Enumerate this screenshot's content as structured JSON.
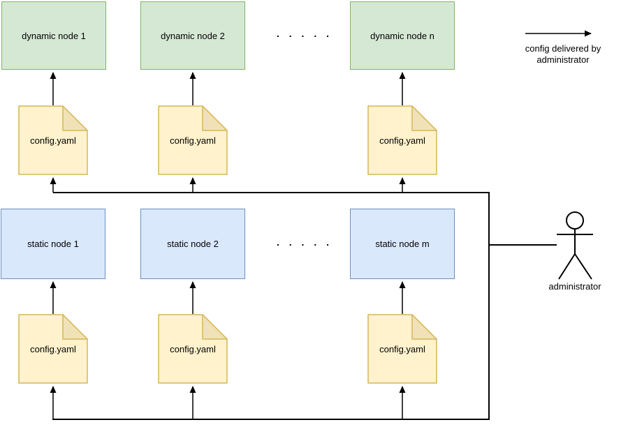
{
  "diagram": {
    "rows": {
      "dynamic": {
        "nodes": [
          "dynamic node 1",
          "dynamic node 2",
          "dynamic node n"
        ],
        "ellipsis": ". . . . ."
      },
      "static": {
        "nodes": [
          "static node 1",
          "static node 2",
          "static node m"
        ],
        "ellipsis": ". . . . ."
      }
    },
    "config_file": {
      "label": "config.yaml"
    },
    "legend": {
      "line1": "config delivered by",
      "line2": "administrator"
    },
    "actor": {
      "label": "administrator"
    }
  },
  "colors": {
    "dynamic_fill": "#d5e8d4",
    "dynamic_stroke": "#82b366",
    "static_fill": "#dae8fc",
    "static_stroke": "#6c8ebf",
    "file_fill": "#fff2cc",
    "file_fold": "#f0e2b6",
    "file_stroke": "#d6b656",
    "line": "#000000"
  }
}
